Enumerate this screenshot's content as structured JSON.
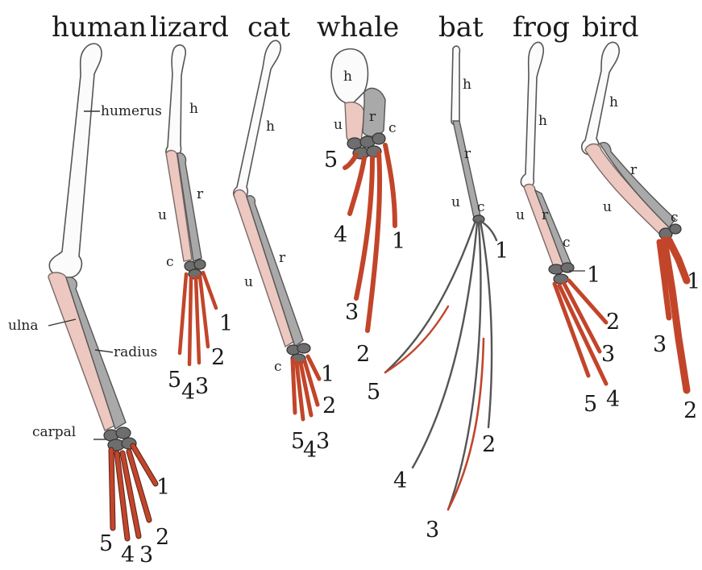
{
  "titles": {
    "human": "human",
    "lizard": "lizard",
    "cat": "cat",
    "whale": "whale",
    "bat": "bat",
    "frog": "frog",
    "bird": "bird"
  },
  "labels": {
    "humerus": "humerus",
    "ulna": "ulna",
    "radius": "radius",
    "carpal": "carpal",
    "h": "h",
    "u": "u",
    "r": "r",
    "c": "c"
  },
  "digits": {
    "d1": "1",
    "d2": "2",
    "d3": "3",
    "d4": "4",
    "d5": "5"
  },
  "colors": {
    "humerus": "#fbfbfb",
    "ulna": "#ecc8c0",
    "radius": "#a9a9a9",
    "carpal": "#6e6e6e",
    "digits": "#c2452a"
  }
}
